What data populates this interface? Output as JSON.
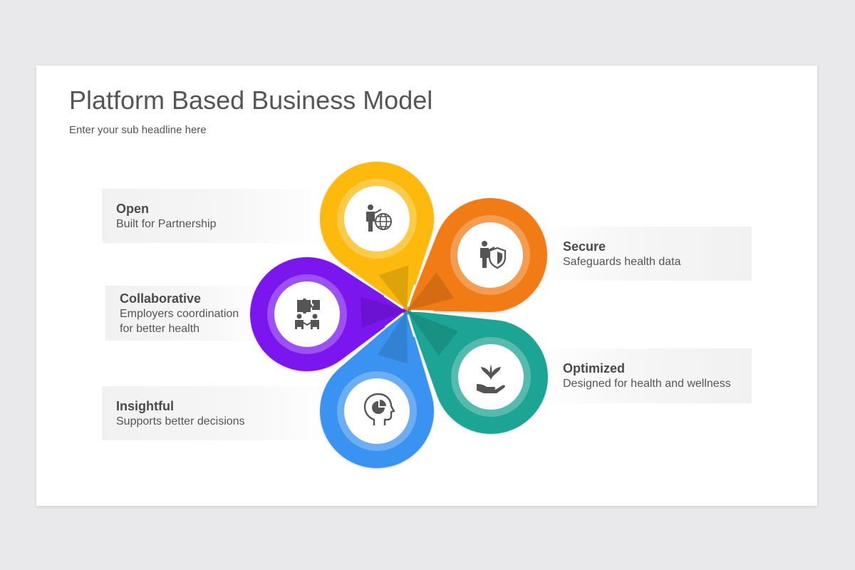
{
  "slide": {
    "title": "Platform Based Business Model",
    "subtitle": "Enter your sub headline here"
  },
  "items": [
    {
      "id": "open",
      "title": "Open",
      "description": "Built for Partnership",
      "color": "#fdba0f",
      "icon": "person-globe-icon"
    },
    {
      "id": "secure",
      "title": "Secure",
      "description": "Safeguards health data",
      "color": "#f17c15",
      "icon": "person-shield-icon"
    },
    {
      "id": "optimized",
      "title": "Optimized",
      "description": "Designed for health and wellness",
      "color": "#1da594",
      "icon": "hand-plant-icon"
    },
    {
      "id": "insightful",
      "title": "Insightful",
      "description": "Supports better decisions",
      "color": "#3b93f1",
      "icon": "head-chart-icon"
    },
    {
      "id": "collaborative",
      "title": "Collaborative",
      "description": "Employers coordination\nfor better health",
      "color": "#7b12ef",
      "icon": "people-puzzle-icon"
    }
  ]
}
